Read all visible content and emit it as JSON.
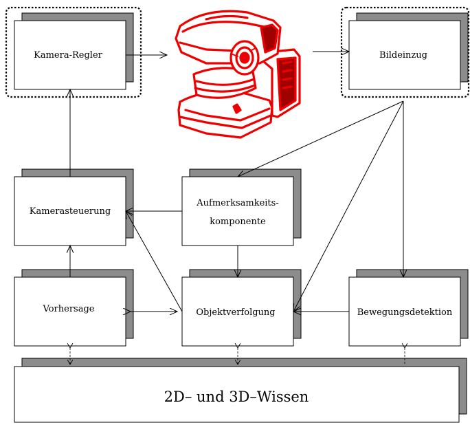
{
  "nodes": {
    "kamera_regler": "Kamera-Regler",
    "bildeinzug": "Bildeinzug",
    "kamerasteuerung": "Kamerasteuerung",
    "aufmerksamkeit_line1": "Aufmerksamkeits-",
    "aufmerksamkeit_line2": "komponente",
    "vorhersage": "Vorhersage",
    "objektverfolgung": "Objektverfolgung",
    "bewegungsdetektion": "Bewegungsdetektion",
    "wissen": "2D– und 3D–Wissen"
  },
  "colors": {
    "box_shadow": "#8c8c8c",
    "camera": "#ee0000",
    "camera_dark": "#a00000",
    "stroke": "#000000"
  },
  "icons": {
    "camera": "pan-tilt-camera-icon"
  }
}
